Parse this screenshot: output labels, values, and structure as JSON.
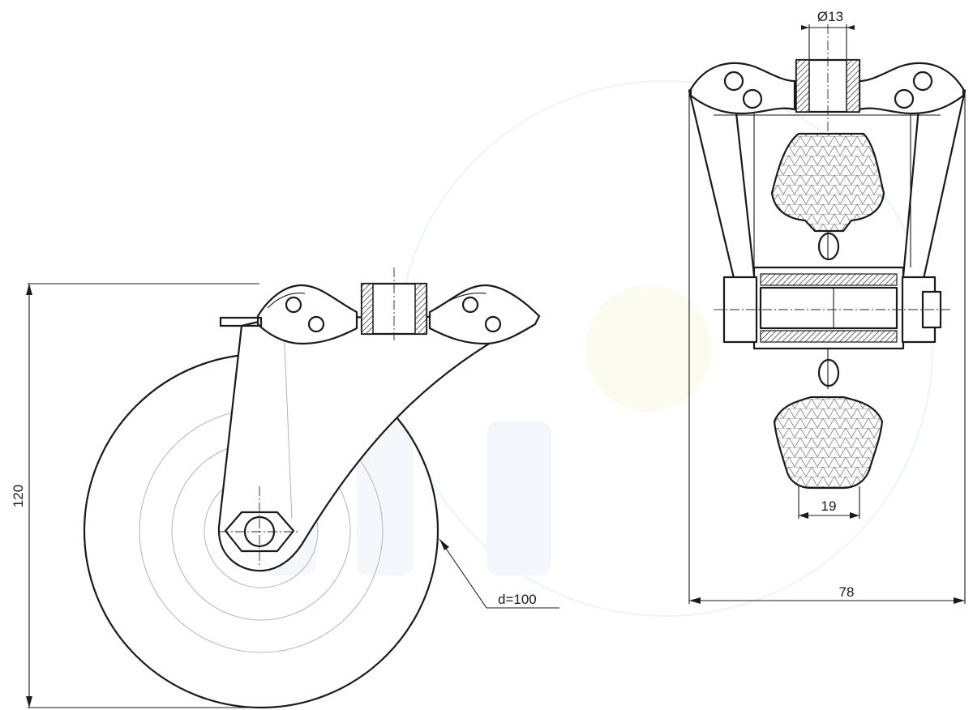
{
  "dimensions": {
    "height": "120",
    "wheel_diameter": "d=100",
    "width": "78",
    "bore": "Ø13",
    "tread_width": "19"
  },
  "colors": {
    "line": "#1a1a1a",
    "hatch": "#9c9c9c",
    "construction": "#b4b4b4",
    "watermark": "#f4f7fb"
  }
}
